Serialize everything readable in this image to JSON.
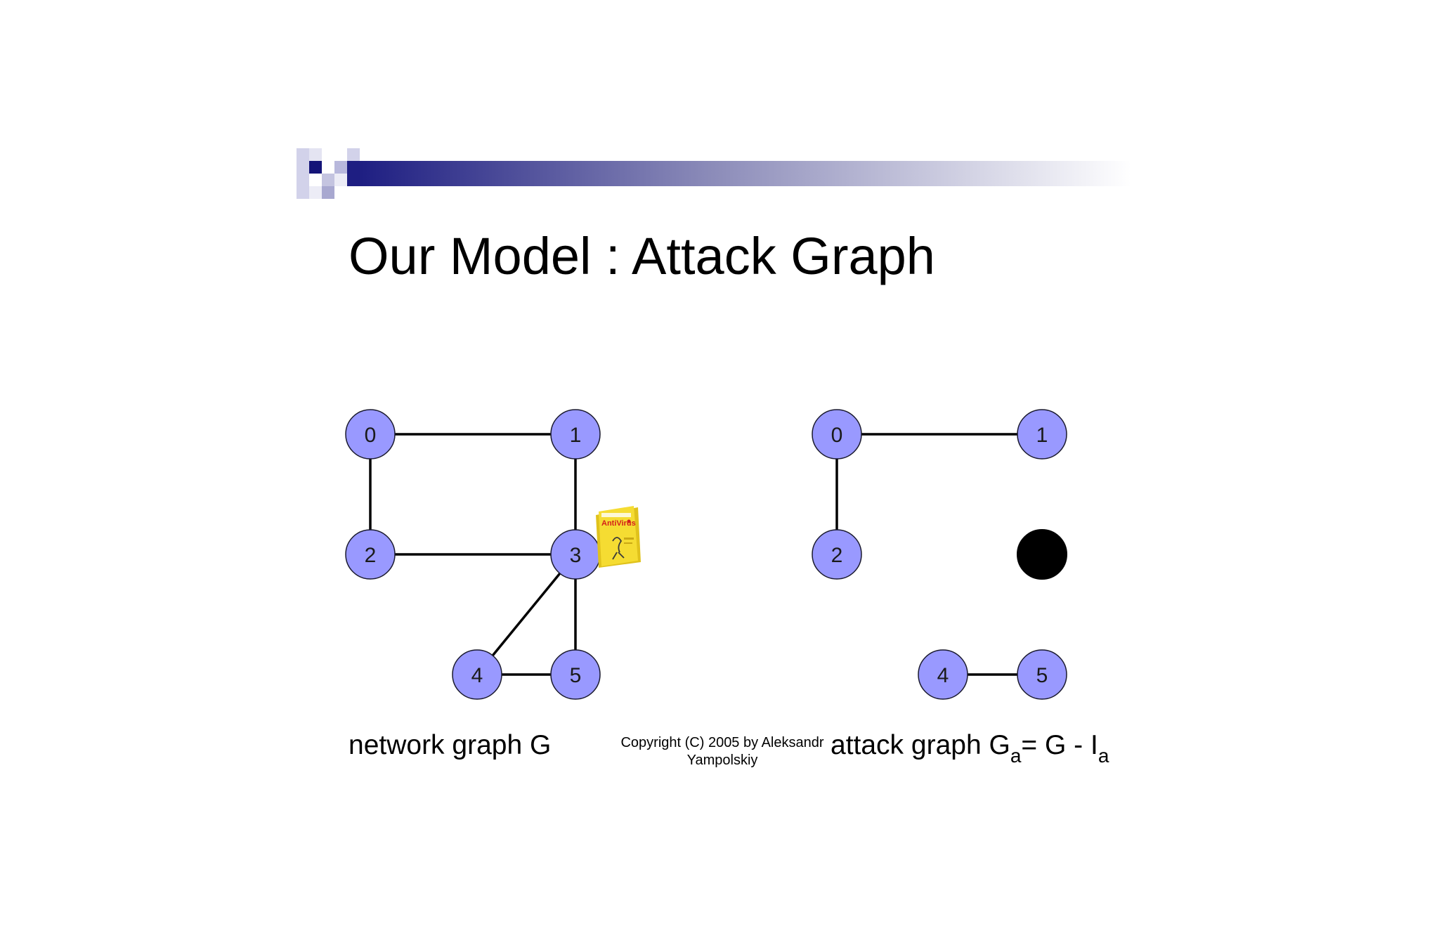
{
  "slide": {
    "title": "Our Model : Attack Graph",
    "copyright_line1": "Copyright (C) 2005 by Aleksandr",
    "copyright_line2": "Yampolskiy"
  },
  "colors": {
    "node_fill": "#9999ff",
    "node_stroke": "#1a1a2e",
    "edge": "#000000",
    "compromised_node": "#000000",
    "banner_dark": "#1e1e82",
    "banner_light": "#ffffff",
    "antivirus_box": "#f2d62a"
  },
  "network_graph": {
    "caption": "network graph G",
    "nodes": [
      {
        "id": "0",
        "label": "0"
      },
      {
        "id": "1",
        "label": "1"
      },
      {
        "id": "2",
        "label": "2"
      },
      {
        "id": "3",
        "label": "3"
      },
      {
        "id": "4",
        "label": "4"
      },
      {
        "id": "5",
        "label": "5"
      }
    ],
    "edges": [
      [
        "0",
        "1"
      ],
      [
        "0",
        "2"
      ],
      [
        "1",
        "3"
      ],
      [
        "2",
        "3"
      ],
      [
        "3",
        "4"
      ],
      [
        "3",
        "5"
      ],
      [
        "4",
        "5"
      ]
    ],
    "antivirus_icon": "antivirus-software-box-icon",
    "antivirus_label": "AntiVirus"
  },
  "attack_graph": {
    "caption_main": "attack graph G",
    "caption_sub1": "a",
    "caption_mid": "= G - I",
    "caption_sub2": "a",
    "nodes": [
      {
        "id": "0",
        "label": "0"
      },
      {
        "id": "1",
        "label": "1"
      },
      {
        "id": "2",
        "label": "2"
      },
      {
        "id": "3",
        "label": "",
        "compromised": true
      },
      {
        "id": "4",
        "label": "4"
      },
      {
        "id": "5",
        "label": "5"
      }
    ],
    "edges": [
      [
        "0",
        "1"
      ],
      [
        "0",
        "2"
      ],
      [
        "4",
        "5"
      ]
    ]
  }
}
